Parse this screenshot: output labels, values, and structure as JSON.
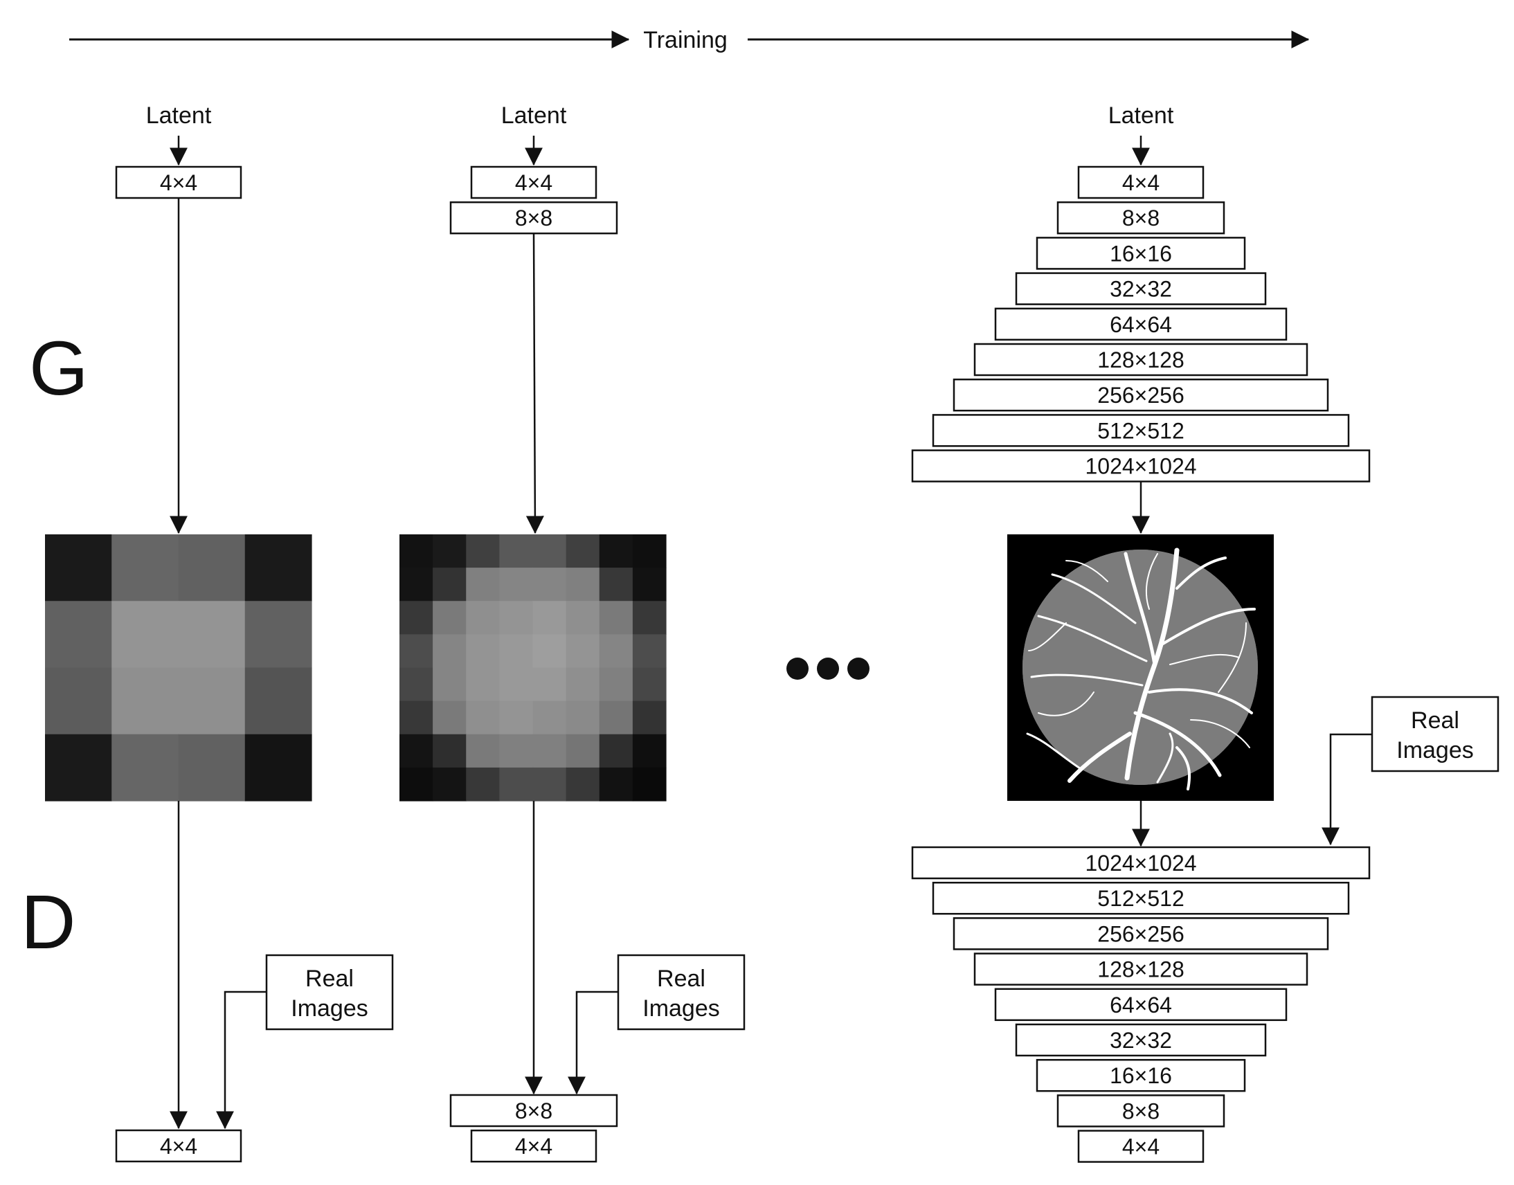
{
  "training_label": "Training",
  "section_labels": {
    "generator": "G",
    "discriminator": "D"
  },
  "stage1": {
    "latent_label": "Latent",
    "generator_layers": [
      "4×4"
    ],
    "real_images_label": [
      "Real",
      "Images"
    ],
    "discriminator_layers": [
      "4×4"
    ],
    "output_pixels": [
      [
        0.1,
        0.4,
        0.38,
        0.1
      ],
      [
        0.38,
        0.58,
        0.58,
        0.38
      ],
      [
        0.36,
        0.56,
        0.56,
        0.33
      ],
      [
        0.1,
        0.4,
        0.38,
        0.08
      ]
    ]
  },
  "stage2": {
    "latent_label": "Latent",
    "generator_layers": [
      "4×4",
      "8×8"
    ],
    "real_images_label": [
      "Real",
      "Images"
    ],
    "discriminator_layers": [
      "8×8",
      "4×4"
    ],
    "output_pixels": [
      [
        0.07,
        0.1,
        0.25,
        0.35,
        0.35,
        0.25,
        0.08,
        0.06
      ],
      [
        0.08,
        0.2,
        0.5,
        0.52,
        0.52,
        0.5,
        0.22,
        0.07
      ],
      [
        0.22,
        0.48,
        0.56,
        0.58,
        0.6,
        0.56,
        0.48,
        0.22
      ],
      [
        0.3,
        0.52,
        0.58,
        0.6,
        0.62,
        0.58,
        0.52,
        0.3
      ],
      [
        0.28,
        0.52,
        0.58,
        0.6,
        0.6,
        0.56,
        0.5,
        0.28
      ],
      [
        0.22,
        0.48,
        0.56,
        0.58,
        0.56,
        0.54,
        0.46,
        0.2
      ],
      [
        0.08,
        0.18,
        0.48,
        0.5,
        0.5,
        0.46,
        0.18,
        0.06
      ],
      [
        0.05,
        0.08,
        0.22,
        0.3,
        0.3,
        0.22,
        0.07,
        0.04
      ]
    ]
  },
  "ellipsis": "•••",
  "stage_final": {
    "latent_label": "Latent",
    "generator_layers": [
      "4×4",
      "8×8",
      "16×16",
      "32×32",
      "64×64",
      "128×128",
      "256×256",
      "512×512",
      "1024×1024"
    ],
    "real_images_label": [
      "Real",
      "Images"
    ],
    "discriminator_layers": [
      "1024×1024",
      "512×512",
      "256×256",
      "128×128",
      "64×64",
      "32×32",
      "16×16",
      "8×8",
      "4×4"
    ],
    "output_image": "retinal-vessel-image"
  }
}
